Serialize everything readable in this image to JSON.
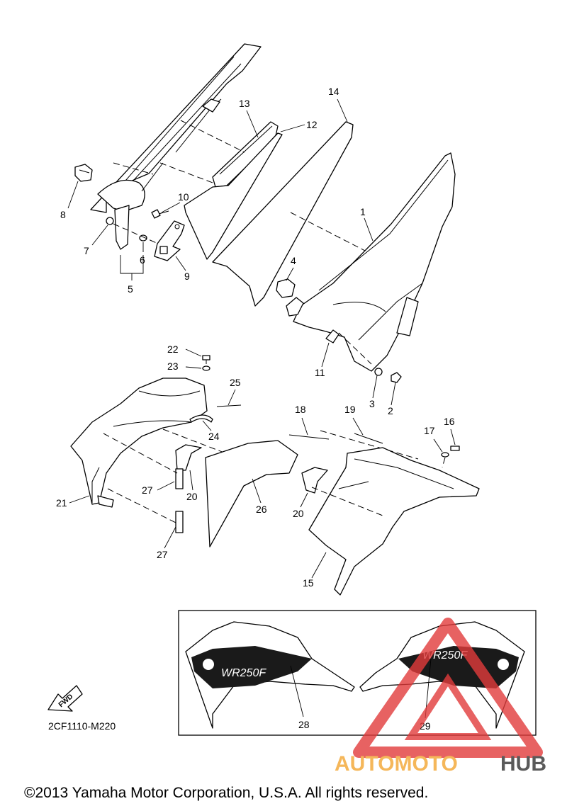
{
  "diagram": {
    "callouts": [
      "1",
      "2",
      "3",
      "4",
      "5",
      "6",
      "7",
      "8",
      "9",
      "10",
      "11",
      "12",
      "13",
      "14",
      "15",
      "16",
      "17",
      "18",
      "19",
      "20",
      "20",
      "21",
      "22",
      "23",
      "24",
      "25",
      "26",
      "27",
      "27",
      "28",
      "29"
    ],
    "decal_text": "WR250F",
    "fwd_label": "FWD",
    "figure_code": "2CF1110-M220",
    "copyright": "©2013 Yamaha Motor Corporation, U.S.A. All rights reserved.",
    "watermark": {
      "part1": "AUTOMOTO",
      "part2": "HUB",
      "color1": "#f5b75a",
      "color2": "#5a5a5a",
      "triangle_color": "#e23b3b"
    }
  }
}
